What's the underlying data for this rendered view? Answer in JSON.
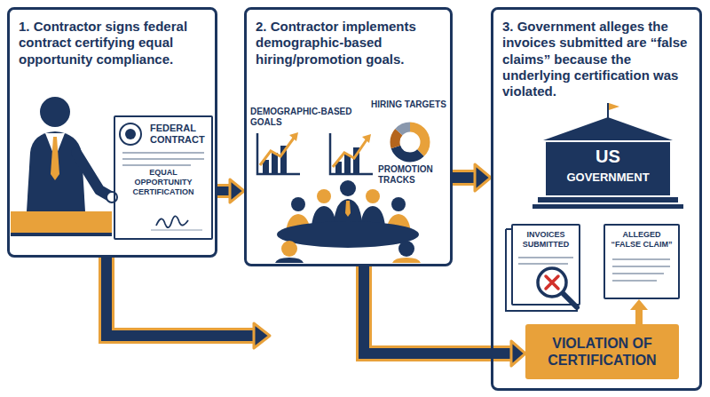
{
  "diagram": {
    "nodes": [
      {
        "text": [
          "1. Contractor signs federal contract certifying equal opportunity compliance."
        ]
      },
      {
        "text": [
          "FEDERAL CONTRACT",
          "EQUAL OPPORTUNITY CERTIFICATION"
        ],
        "in": 0
      },
      {
        "text": [
          "2. Contractor implements demographic-based hiring/promotion goals."
        ]
      },
      {
        "text": [
          "3. Government alleges the invoices submitted are “false claims” because the underlying certification was violated."
        ]
      },
      {
        "text": [
          "INVOICES SUBMITTED"
        ],
        "in": 3
      },
      {
        "text": [
          "ALLEGED “FALSE CLAIM”"
        ],
        "in": 3
      },
      {
        "text": [
          "VIOLATION OF CERTIFICATION"
        ],
        "in": 3
      }
    ],
    "edges": [
      {
        "from": 0,
        "to": 2,
        "arrow": "to"
      },
      {
        "from": 2,
        "to": 3,
        "arrow": "to"
      },
      {
        "from": 2,
        "to": 6,
        "arrow": "to"
      },
      {
        "from": 6,
        "to": 5,
        "arrow": "to"
      }
    ],
    "labels": [
      "DEMOGRAPHIC-BASED GOALS",
      "HIRING TARGETS",
      "PROMOTION TRACKS",
      "US",
      "GOVERNMENT"
    ]
  }
}
